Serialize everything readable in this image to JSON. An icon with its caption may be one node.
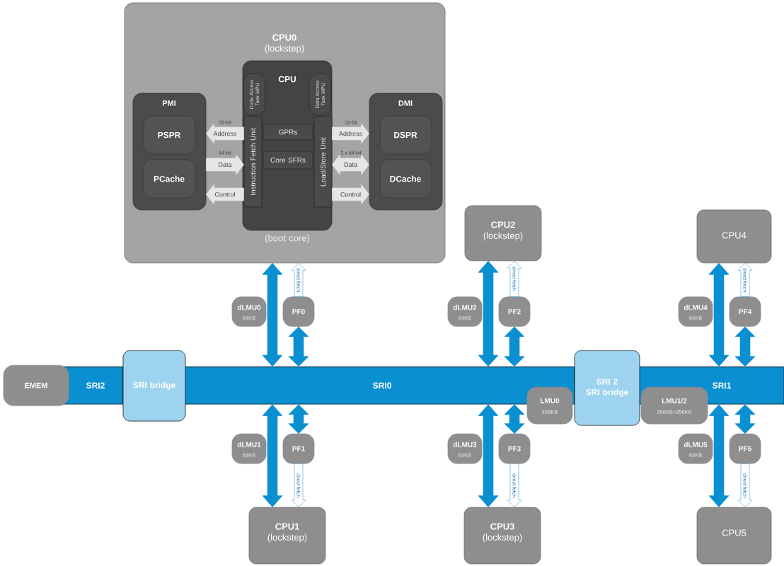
{
  "diagram": {
    "nodes": [
      {
        "text": [
          "**CPU0** (lockstep)"
        ]
      },
      {
        "text": [
          "PMI"
        ],
        "in": 0
      },
      {
        "text": [
          "PSPR"
        ],
        "in": 1
      },
      {
        "text": [
          "PCache"
        ],
        "in": 1
      },
      {
        "text": [
          "CPU"
        ],
        "in": 0,
        "beside": [
          "(boot core)"
        ]
      },
      {
        "text": [
          "Code Access Task MPU"
        ],
        "in": 4
      },
      {
        "text": [
          "Data Access Task MPU"
        ],
        "in": 4
      },
      {
        "text": [
          "Instruction Fetch Unit"
        ],
        "in": 4
      },
      {
        "text": [
          "GPRs"
        ],
        "in": 4
      },
      {
        "text": [
          "Core SFRs"
        ],
        "in": 4
      },
      {
        "text": [
          "Load/Store Unit"
        ],
        "in": 4
      },
      {
        "text": [
          "DMI"
        ],
        "in": 0
      },
      {
        "text": [
          "DSPR"
        ],
        "in": 11
      },
      {
        "text": [
          "DCache"
        ],
        "in": 11
      },
      {
        "text": [
          "SRI2"
        ]
      },
      {
        "text": [
          "SRI0"
        ]
      },
      {
        "text": [
          "SRI1"
        ]
      },
      {
        "text": [
          "SRI bridge"
        ]
      },
      {
        "text": [
          "SRI 2",
          "SRI bridge"
        ]
      },
      {
        "text": [
          "EMEM"
        ]
      },
      {
        "text": [
          "**CPU2** (lockstep)"
        ]
      },
      {
        "text": [
          "CPU4"
        ]
      },
      {
        "text": [
          "**CPU1** (lockstep)"
        ]
      },
      {
        "text": [
          "**CPU3** (lockstep)"
        ]
      },
      {
        "text": [
          "CPU5"
        ]
      },
      {
        "text": [
          "dLMU0",
          "64KB"
        ]
      },
      {
        "text": [
          "dLMU1",
          "64KB"
        ]
      },
      {
        "text": [
          "dLMU2",
          "64KB"
        ]
      },
      {
        "text": [
          "dLMU3",
          "64KB"
        ]
      },
      {
        "text": [
          "dLMU4",
          "64KB"
        ]
      },
      {
        "text": [
          "dLMU5",
          "64KB"
        ]
      },
      {
        "text": [
          "PF0"
        ]
      },
      {
        "text": [
          "PF1"
        ]
      },
      {
        "text": [
          "PF2"
        ]
      },
      {
        "text": [
          "PF3"
        ]
      },
      {
        "text": [
          "PF4"
        ]
      },
      {
        "text": [
          "PF5"
        ]
      },
      {
        "text": [
          "LMU0",
          "256KB"
        ]
      },
      {
        "text": [
          "LMU1/2",
          "256KB+256KB"
        ]
      }
    ],
    "edges": [
      {
        "from": 7,
        "to": 1,
        "arrow": "to",
        "label": "Address",
        "color": "#e6e6e6"
      },
      {
        "from": 1,
        "to": 7,
        "arrow": "to",
        "label": "Data",
        "color": "#e6e6e6"
      },
      {
        "from": 7,
        "to": 1,
        "arrow": "to",
        "label": "Control",
        "color": "#e6e6e6"
      },
      {
        "from": 10,
        "to": 11,
        "arrow": "to",
        "label": "Address",
        "color": "#e6e6e6"
      },
      {
        "from": 10,
        "to": 11,
        "arrow": "both",
        "label": "Data",
        "color": "#e6e6e6"
      },
      {
        "from": 10,
        "to": 11,
        "arrow": "to",
        "label": "Control",
        "color": "#e6e6e6"
      },
      {
        "from": 0,
        "to": 15,
        "arrow": "both"
      },
      {
        "from": 31,
        "to": 0,
        "arrow": "to",
        "label": "direct fetch",
        "color": "#ffffff"
      },
      {
        "from": 31,
        "to": 15,
        "arrow": "both"
      },
      {
        "from": 22,
        "to": 15,
        "arrow": "both"
      },
      {
        "from": 32,
        "to": 15,
        "arrow": "both"
      },
      {
        "from": 32,
        "to": 22,
        "arrow": "to",
        "label": "direct fetch",
        "color": "#ffffff"
      },
      {
        "from": 20,
        "to": 15,
        "arrow": "both"
      },
      {
        "from": 33,
        "to": 20,
        "arrow": "to",
        "label": "direct fetch",
        "color": "#ffffff"
      },
      {
        "from": 33,
        "to": 15,
        "arrow": "both"
      },
      {
        "from": 23,
        "to": 15,
        "arrow": "both"
      },
      {
        "from": 34,
        "to": 15,
        "arrow": "both"
      },
      {
        "from": 34,
        "to": 23,
        "arrow": "to",
        "label": "direct fetch",
        "color": "#ffffff"
      },
      {
        "from": 21,
        "to": 16,
        "arrow": "both"
      },
      {
        "from": 35,
        "to": 21,
        "arrow": "to",
        "label": "direct fetch",
        "color": "#ffffff"
      },
      {
        "from": 35,
        "to": 16,
        "arrow": "both"
      },
      {
        "from": 24,
        "to": 16,
        "arrow": "both"
      },
      {
        "from": 36,
        "to": 16,
        "arrow": "both"
      },
      {
        "from": 36,
        "to": 24,
        "arrow": "to",
        "label": "direct fetch",
        "color": "#ffffff"
      }
    ],
    "labels": [
      "32-bit",
      "64-bit",
      "32-bit",
      "2 x 64-bit"
    ]
  }
}
